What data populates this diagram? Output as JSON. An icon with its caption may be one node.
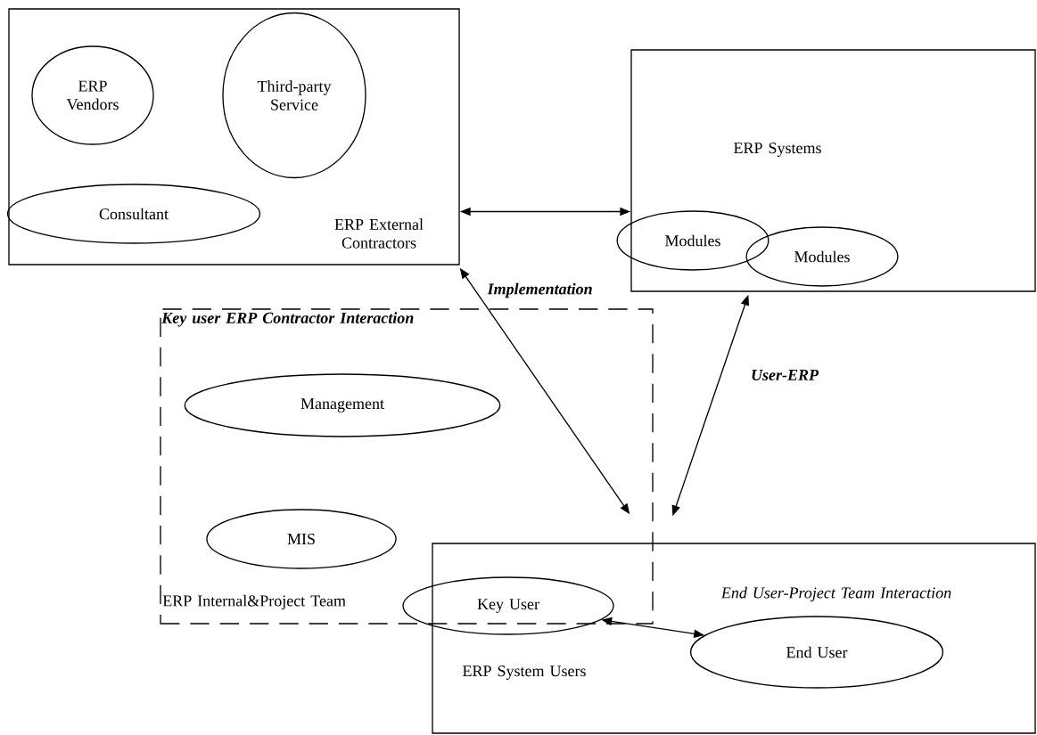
{
  "diagram": {
    "nodes": [
      {
        "text": [
          "ERP External Contractors"
        ]
      },
      {
        "text": [
          "ERP Vendors"
        ],
        "in": 0
      },
      {
        "text": [
          "Third-party Service"
        ],
        "in": 0
      },
      {
        "text": [
          "Consultant"
        ],
        "in": 0
      },
      {
        "text": [
          "ERP Systems"
        ]
      },
      {
        "text": [
          "Modules"
        ],
        "in": 4
      },
      {
        "text": [
          "Modules"
        ],
        "in": 4
      },
      {
        "text": [
          "Key user ERP Contractor Interaction",
          "ERP Internal&Project Team"
        ]
      },
      {
        "text": [
          "Management"
        ],
        "in": 7
      },
      {
        "text": [
          "MIS"
        ],
        "in": 7
      },
      {
        "text": [
          "End User-Project Team Interaction",
          "ERP System Users"
        ]
      },
      {
        "text": [
          "Key User"
        ]
      },
      {
        "text": [
          "End User"
        ],
        "in": 10
      }
    ],
    "edges": [
      {
        "from": 0,
        "to": 4,
        "arrow": "both"
      },
      {
        "from": 0,
        "to": 10,
        "arrow": "both",
        "label": "Implementation"
      },
      {
        "from": 4,
        "to": 10,
        "arrow": "both",
        "label": "User-ERP"
      },
      {
        "from": 11,
        "to": 12,
        "arrow": "both"
      }
    ]
  }
}
